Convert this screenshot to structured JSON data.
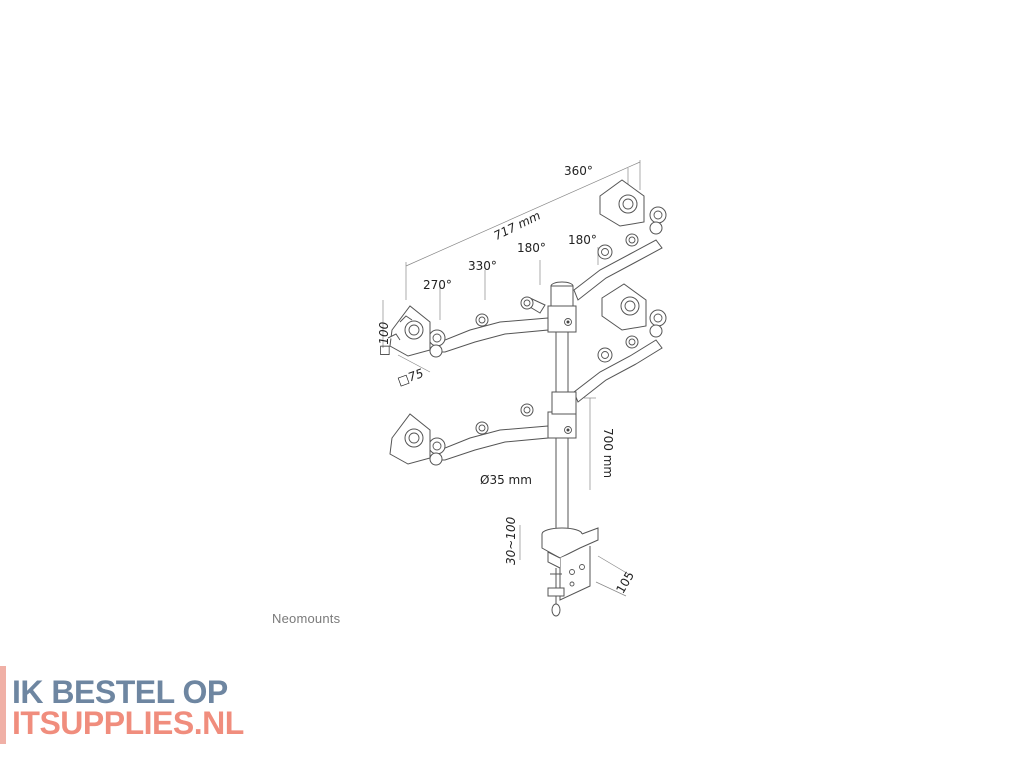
{
  "brand": "Neomounts",
  "promo": {
    "line1": "IK BESTEL OP",
    "line2": "ITSUPPLIES.NL"
  },
  "dimensions": {
    "rotation_top": "360°",
    "width": "717 mm",
    "angle_right_top": "180°",
    "angle_mid": "180°",
    "angle_330": "330°",
    "angle_270": "270°",
    "vesa_100": "□100",
    "vesa_75": "□75",
    "pole_height": "700 mm",
    "pole_diameter": "Ø35 mm",
    "clamp_range": "30~100",
    "clamp_depth": "105"
  }
}
